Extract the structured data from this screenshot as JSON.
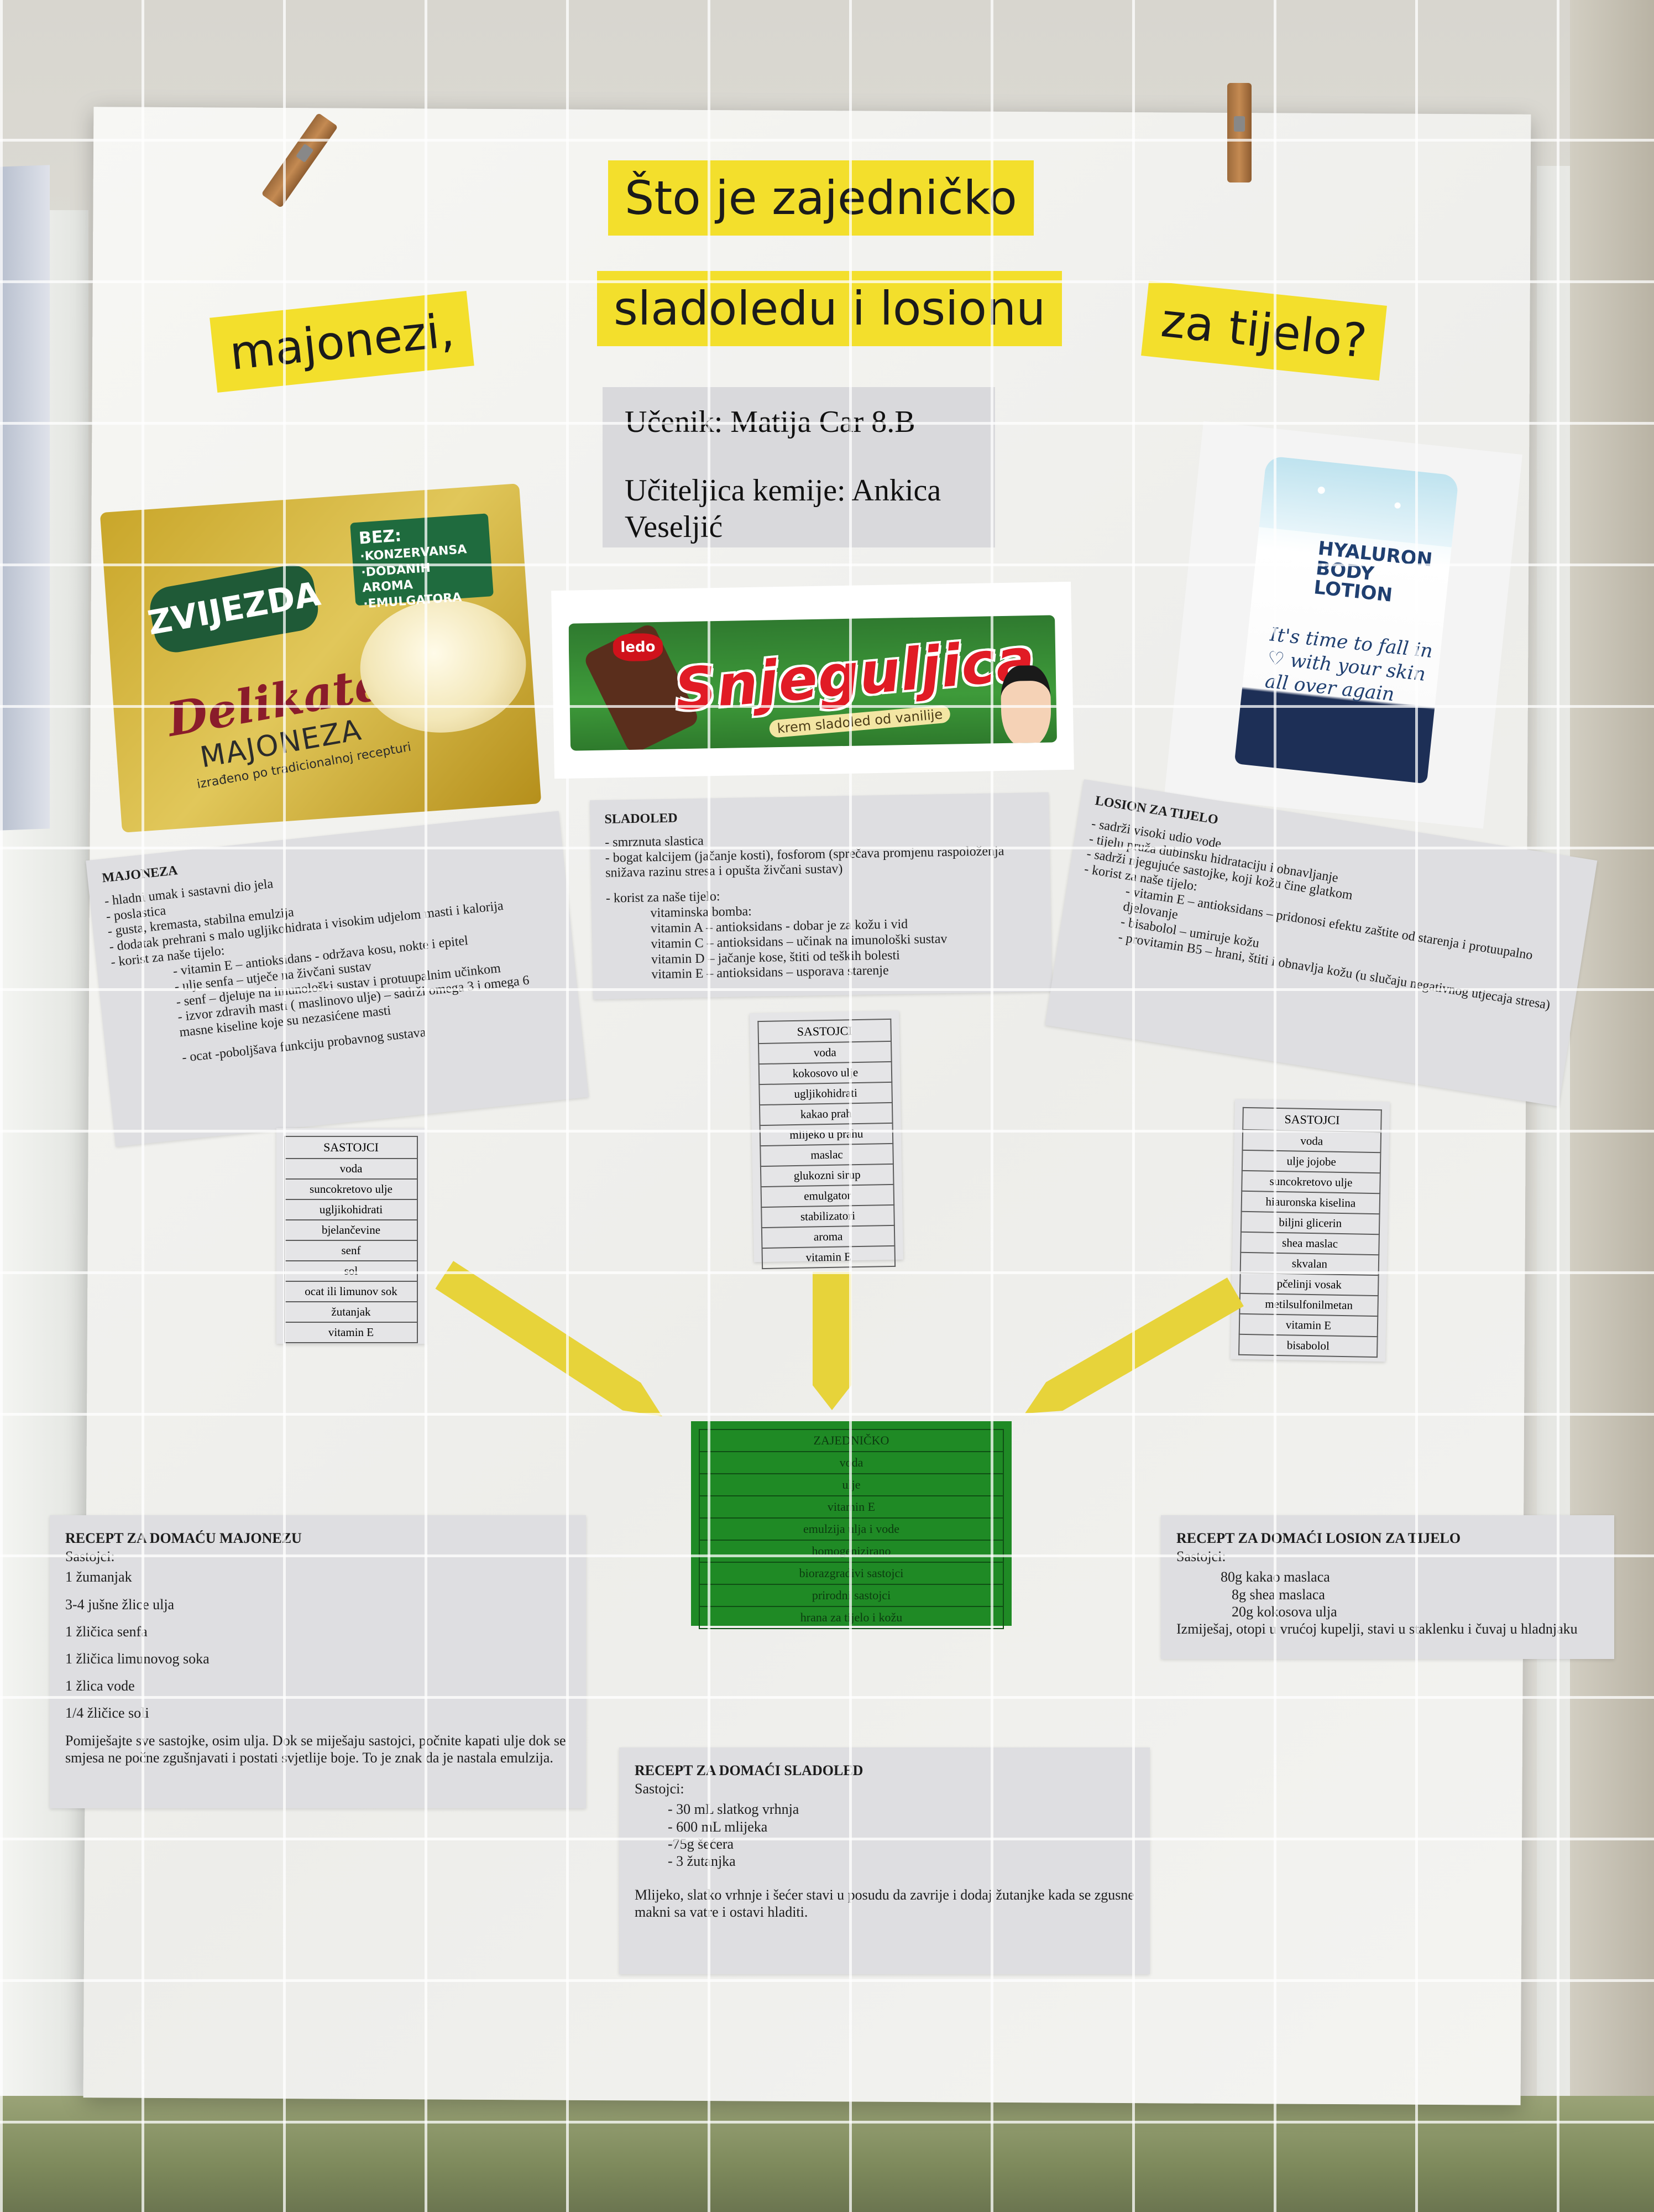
{
  "title": {
    "line1": "Što je zajedničko",
    "line2_left": "majonezi,",
    "line2_center": "sladoledu i losionu",
    "line2_right": "za tijelo?"
  },
  "author": {
    "student": "Učenik: Matija Car 8.B",
    "teacher": "Učiteljica kemije: Ankica Veseljić"
  },
  "products": {
    "mayo": {
      "brand": "ZVIJEZDA",
      "script": "Delikates",
      "name": "MAJONEZA",
      "tagline": "izrađeno po tradicionalnoj recepturi",
      "badge_title": "BEZ:",
      "badge_lines": [
        "·KONZERVANSA",
        "·DODANIH AROMA",
        "·EMULGATORA"
      ]
    },
    "icecream": {
      "logo": "ledo",
      "name": "Snjeguljica",
      "sub": "krem sladoled od vanilije"
    },
    "lotion": {
      "line1": "HYALURON",
      "line2": "BODY LOTION",
      "script": "It's time to fall in ♡ with your skin all over again"
    }
  },
  "info": {
    "majoneza": {
      "heading": "MAJONEZA",
      "lines": [
        "- hladni umak i sastavni dio jela",
        "- poslastica",
        "- gusta, kremasta, stabilna emulzija",
        "- dodatak prehrani s malo ugljikohidrata i visokim udjelom masti i kalorija",
        "- korist za naše tijelo:"
      ],
      "sub": [
        "- vitamin E – antioksidans - održava kosu, nokte i epitel",
        "- ulje senfa – utječe na živčani sustav",
        "- senf – djeluje na imunološki sustav i protuupalnim učinkom",
        "- izvor zdravih masti ( maslinovo ulje) – sadrži omega 3 i omega 6 masne kiseline koje su nezasićene masti",
        "- ocat -poboljšava funkciju probavnog sustava"
      ]
    },
    "sladoled": {
      "heading": "SLADOLED",
      "lines": [
        "- smrznuta slastica",
        "- bogat kalcijem (jačanje kosti), fosforom (sprečava promjenu raspoloženja snižava razinu stresa i opušta živčani sustav)"
      ],
      "benefit": "- korist za naše tijelo:",
      "sub": [
        "vitaminska bomba:",
        "vitamin A – antioksidans - dobar je za kožu i vid",
        "vitamin C – antioksidans – učinak na imunološki sustav",
        "vitamin D – jačanje kose, štiti od teških bolesti",
        "vitamin E – antioksidans – usporava starenje"
      ]
    },
    "losion": {
      "heading": "LOSION ZA TIJELO",
      "lines": [
        "- sadrži visoki udio vode",
        "- tijelu pruža dubinsku hidrataciju i obnavljanje",
        "- sadrži njegujuće sastojke, koji kožu čine glatkom",
        "- korist za naše tijelo:"
      ],
      "sub": [
        "- vitamin E – antioksidans – pridonosi efektu zaštite od starenja i protuupalno djelovanje",
        "- bisabolol – umiruje kožu",
        "- provitamin B5 – hrani, štiti i obnavlja kožu (u slučaju negativnog utjecaja stresa)"
      ]
    }
  },
  "tables": {
    "majoneza": {
      "header": "SASTOJCI",
      "rows": [
        "voda",
        "suncokretovo ulje",
        "ugljikohidrati",
        "bjelančevine",
        "senf",
        "sol",
        "ocat ili limunov sok",
        "žutanjak",
        "vitamin E"
      ]
    },
    "sladoled": {
      "header": "SASTOJCI",
      "rows": [
        "voda",
        "kokosovo ulje",
        "ugljikohidrati",
        "kakao prah",
        "mlijeko u prahu",
        "maslac",
        "glukozni sirup",
        "emulgator",
        "stabilizatori",
        "aroma",
        "vitamin E"
      ]
    },
    "losion": {
      "header": "SASTOJCI",
      "rows": [
        "voda",
        "ulje jojobe",
        "suncokretovo ulje",
        "hiauronska kiselina",
        "biljni glicerin",
        "shea maslac",
        "skvalan",
        "pčelinji vosak",
        "metilsulfonilmetan",
        "vitamin E",
        "bisabolol"
      ]
    }
  },
  "common": {
    "header": "ZAJEDNIČKO",
    "rows": [
      "voda",
      "ulje",
      "vitamin E",
      "emulzija ulja i vode",
      "homogenizirano",
      "biorazgradivi sastojci",
      "prirodni sastojci",
      "hrana za tijelo i kožu"
    ]
  },
  "recipes": {
    "majoneza": {
      "heading": "RECEPT ZA DOMAĆU MAJONEZU",
      "label": "Sastojci:",
      "items": [
        "1 žumanjak",
        "3-4 jušne žlice ulja",
        "1 žličica senfa",
        "1 žličica limunovog soka",
        "1 žlica vode",
        "1/4 žličice soli"
      ],
      "method": "Pomiješajte sve sastojke, osim ulja. Dok se miješaju sastojci, počnite kapati ulje dok se smjesa ne počne zgušnjavati i postati svjetlije boje. To je znak da je nastala emulzija."
    },
    "losion": {
      "heading": "RECEPT ZA DOMAĆI LOSION ZA TIJELO",
      "label": "Sastojci:",
      "items": [
        "80g kakao maslaca",
        "8g shea maslaca",
        "20g kokosova ulja"
      ],
      "method": "Izmiješaj, otopi u vrućoj kupelji, stavi u staklenku i čuvaj u hladnjaku"
    },
    "sladoled": {
      "heading": "RECEPT ZA DOMAĆI SLADOLED",
      "label": "Sastojci:",
      "items": [
        "- 30 mL slatkog vrhnja",
        "- 600 mL mlijeka",
        "-75g šećera",
        "- 3 žutanjka"
      ],
      "method": "Mlijeko, slatko vrhnje i šećer stavi u posudu da zavrije i dodaj žutanjke kada se zgusne makni sa vatre i ostavi hladiti."
    }
  },
  "colors": {
    "title_strip": "#f3df2c",
    "arrow": "#e7d33a",
    "common_table": "#1f8a25",
    "info_box": "#dedee1"
  }
}
